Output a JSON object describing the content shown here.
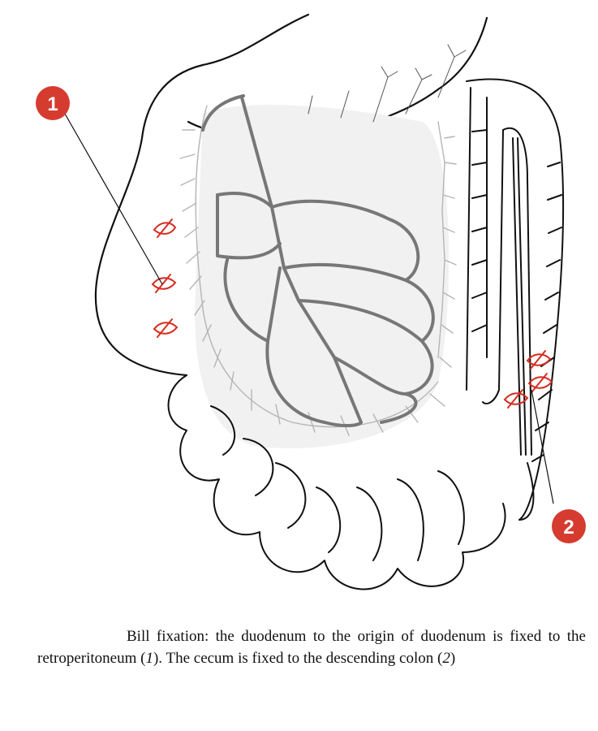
{
  "figure": {
    "markers": [
      {
        "label": "1"
      },
      {
        "label": "2"
      }
    ],
    "colors": {
      "marker_fill": "#d63b2f",
      "suture": "#d62d20",
      "outline": "#111111",
      "bowel_loops": "#777777",
      "vessels": "#b5b5b5"
    }
  },
  "caption": {
    "text_a": "Bill fixation: the duodenum to the origin of duodenum is fixed to the retroperitoneum (",
    "ref_1": "1",
    "text_b": "). The cecum is fixed to the descending colon (",
    "ref_2": "2",
    "text_c": ")"
  }
}
